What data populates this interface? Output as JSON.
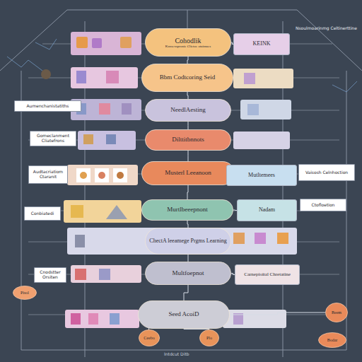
{
  "diagram": {
    "nodes": [
      {
        "text": [
          "Cohodlik",
          "Kaxsexspronie Clietoe otaimaes"
        ]
      },
      {
        "text": [
          "Bbm Codtcoring Seid"
        ]
      },
      {
        "text": [
          "NeedlAesting"
        ]
      },
      {
        "text": [
          "Dilttitbnnots"
        ]
      },
      {
        "text": [
          "Musterl Leeanoon"
        ]
      },
      {
        "text": [
          "Murtlbeeepnont"
        ]
      },
      {
        "text": [
          "ChectA leeamege Prgms Learning"
        ]
      },
      {
        "text": [
          "Multfoepnot"
        ]
      },
      {
        "text": [
          "Seed AcoiD"
        ]
      },
      {
        "text": [
          "KEINK"
        ]
      },
      {
        "text": [
          "Mutltemees"
        ]
      },
      {
        "text": [
          "Nadam"
        ]
      },
      {
        "text": [
          "Carnepioital Chretatine"
        ]
      },
      {
        "text": [
          "Aumenchanistatiths"
        ]
      },
      {
        "text": [
          "Gomeclanment Cliatefrons"
        ]
      },
      {
        "text": [
          "Audtacriatiom Ctaranit"
        ]
      },
      {
        "text": [
          "Conbiatedi"
        ]
      },
      {
        "text": [
          "Cnodstter Orsiten"
        ]
      },
      {
        "text": [
          "Vaisosh Celnhoction"
        ]
      },
      {
        "text": [
          "Ctofloetion"
        ]
      },
      {
        "text": [
          "Pisol"
        ]
      },
      {
        "text": [
          "Ceebo"
        ]
      },
      {
        "text": [
          "Plo"
        ]
      },
      {
        "text": [
          "Beem"
        ]
      },
      {
        "text": [
          "Bodar"
        ]
      }
    ],
    "edges": [
      {
        "from": 0,
        "to": 1,
        "arrow": "none"
      },
      {
        "from": 1,
        "to": 2,
        "arrow": "none"
      },
      {
        "from": 2,
        "to": 3,
        "arrow": "none"
      },
      {
        "from": 3,
        "to": 4,
        "arrow": "none"
      },
      {
        "from": 4,
        "to": 5,
        "arrow": "none"
      },
      {
        "from": 5,
        "to": 6,
        "arrow": "none"
      },
      {
        "from": 6,
        "to": 7,
        "arrow": "none"
      },
      {
        "from": 7,
        "to": 8,
        "arrow": "none"
      },
      {
        "from": 0,
        "to": 9,
        "arrow": "none"
      },
      {
        "from": 4,
        "to": 10,
        "arrow": "none"
      },
      {
        "from": 5,
        "to": 11,
        "arrow": "none"
      },
      {
        "from": 7,
        "to": 12,
        "arrow": "none"
      },
      {
        "from": 8,
        "to": 21,
        "arrow": "none"
      },
      {
        "from": 8,
        "to": 22,
        "arrow": "none"
      },
      {
        "from": 8,
        "to": 23,
        "arrow": "none"
      }
    ],
    "labels": [
      "Nsoulmoarinmg Celtinerttine",
      "Intdcut Ditb"
    ]
  }
}
